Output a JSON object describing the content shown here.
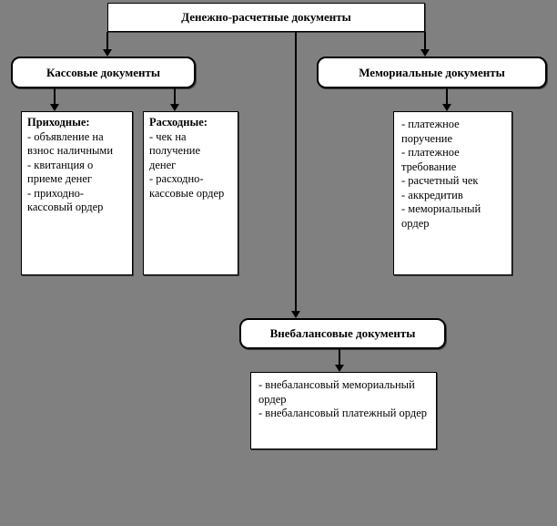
{
  "diagram": {
    "root": {
      "label": "Денежно-расчетные документы"
    },
    "branches": {
      "cash": {
        "label": "Кассовые документы"
      },
      "memorial": {
        "label": "Мемориальные документы"
      },
      "offbalance": {
        "label": "Внебалансовые документы"
      }
    },
    "lists": {
      "incoming": {
        "title": "Приходные:",
        "items": [
          "- объявление на взнос наличными",
          "- квитанция о приеме денег",
          "- приходно-кассовый ордер"
        ]
      },
      "outgoing": {
        "title": "Расходные:",
        "items": [
          "- чек на получение денег",
          "- расходно-кассовые ордер"
        ]
      },
      "memorial": {
        "items": [
          "- платежное поручение",
          "- платежное требование",
          "- расчетный чек",
          "- аккредитив",
          "- мемориальный ордер"
        ]
      },
      "offbalance": {
        "items": [
          "- внебалансовый мемориальный ордер",
          "- внебалансовый платежный ордер"
        ]
      }
    },
    "colors": {
      "background": "#808080",
      "node_fill": "#ffffff",
      "node_border": "#000000",
      "text": "#000000"
    }
  }
}
